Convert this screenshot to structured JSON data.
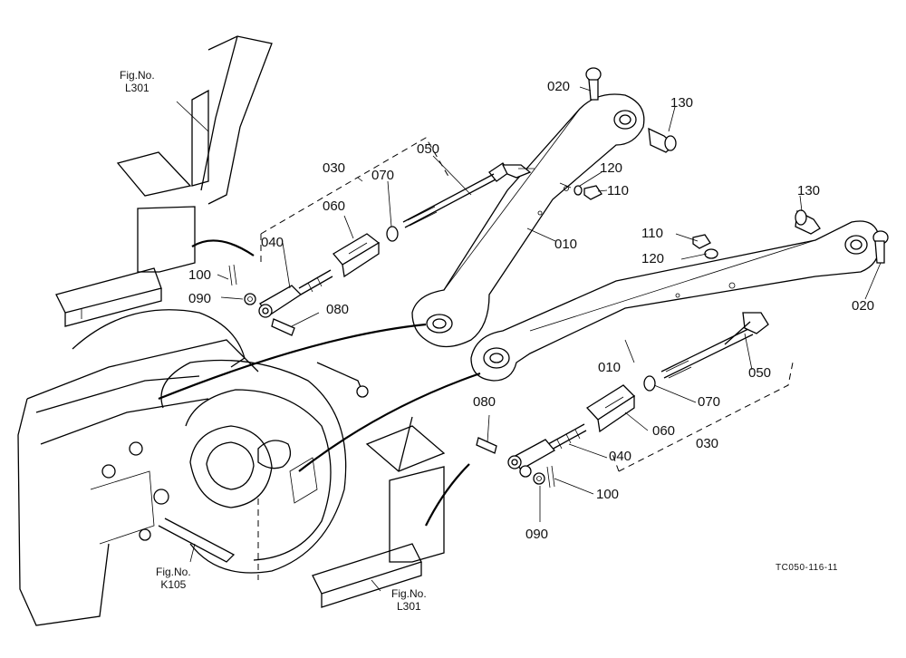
{
  "diagram": {
    "drawing_code": "TC050-116-11",
    "fig_refs": [
      {
        "id": "fig-l301-top",
        "line1": "Fig.No.",
        "line2": "L301"
      },
      {
        "id": "fig-k105",
        "line1": "Fig.No.",
        "line2": "K105"
      },
      {
        "id": "fig-l301-bottom",
        "line1": "Fig.No.",
        "line2": "L301"
      }
    ],
    "callouts": {
      "upper": [
        "020",
        "130",
        "120",
        "110",
        "010",
        "030",
        "050",
        "060",
        "070",
        "040",
        "100",
        "090",
        "080"
      ],
      "lower": [
        "130",
        "110",
        "120",
        "020",
        "010",
        "050",
        "070",
        "060",
        "030",
        "080",
        "040",
        "100",
        "090"
      ]
    }
  }
}
